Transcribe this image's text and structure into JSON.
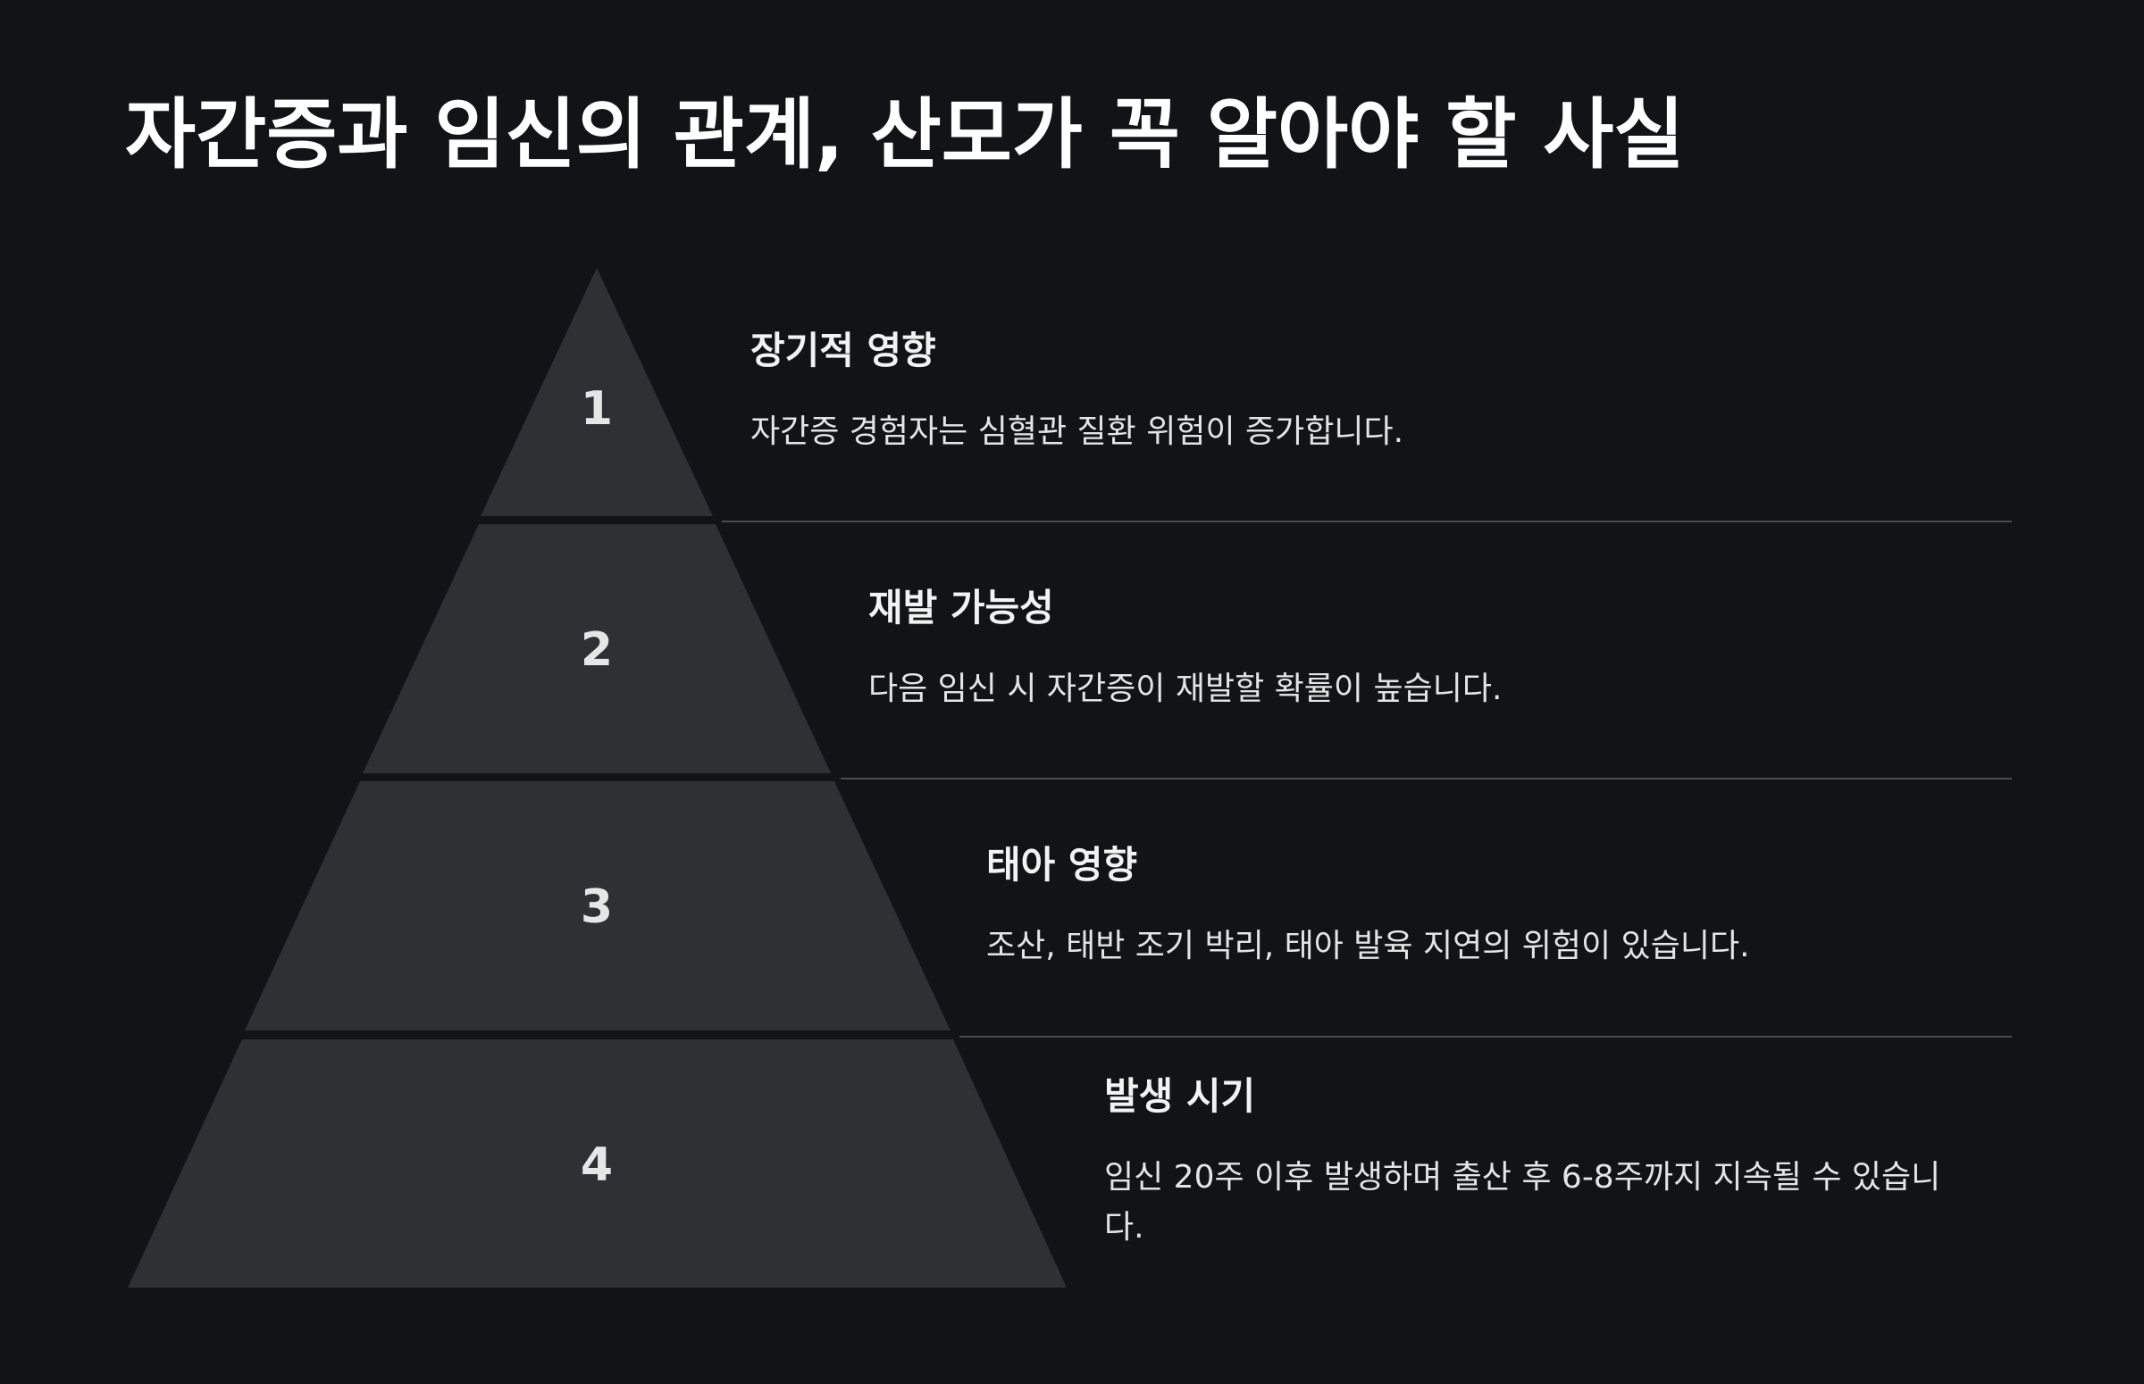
{
  "title": "자간증과 임신의 관계, 산모가 꼭 알아야 할 사실",
  "tiers": [
    {
      "number": "1",
      "heading": "장기적 영향",
      "description": "자간증 경험자는 심혈관 질환 위험이 증가합니다."
    },
    {
      "number": "2",
      "heading": "재발 가능성",
      "description": "다음 임신 시 자간증이 재발할 확률이 높습니다."
    },
    {
      "number": "3",
      "heading": "태아 영향",
      "description": "조산, 태반 조기 박리, 태아 발육 지연의 위험이 있습니다."
    },
    {
      "number": "4",
      "heading": "발생 시기",
      "description": "임신 20주 이후 발생하며 출산 후 6-8주까지 지속될 수 있습니다."
    }
  ],
  "colors": {
    "background": "#121315",
    "tier_fill": "#2f3033",
    "divider": "#4a4b4f",
    "text": "#ffffff"
  }
}
